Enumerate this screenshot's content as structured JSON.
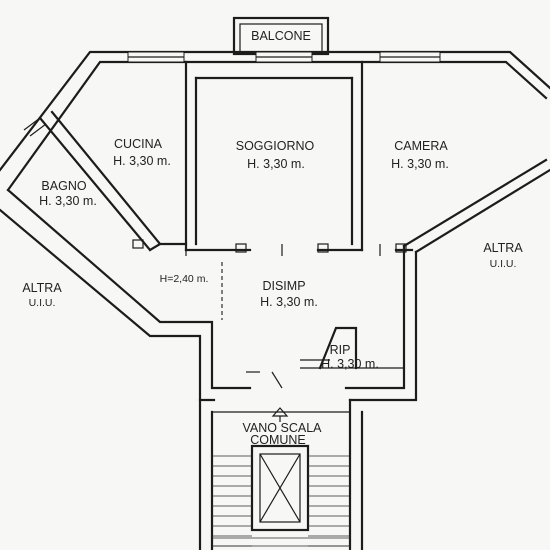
{
  "rooms": {
    "balcone": {
      "name": "BALCONE"
    },
    "cucina": {
      "name": "CUCINA",
      "height": "H. 3,30 m."
    },
    "soggiorno": {
      "name": "SOGGIORNO",
      "height": "H. 3,30 m."
    },
    "camera": {
      "name": "CAMERA",
      "height": "H. 3,30 m."
    },
    "bagno": {
      "name": "BAGNO",
      "height": "H. 3,30 m."
    },
    "disimp": {
      "name": "DISIMP",
      "height": "H. 3,30 m."
    },
    "rip": {
      "name": "RIP",
      "height": "H. 3,30 m."
    },
    "corridor": {
      "height": "H=2,40 m."
    },
    "vano_scala": {
      "name_line1": "VANO SCALA",
      "name_line2": "COMUNE"
    }
  },
  "neighbors": {
    "left": {
      "line1": "ALTRA",
      "line2": "U.I.U."
    },
    "right": {
      "line1": "ALTRA",
      "line2": "U.I.U."
    }
  }
}
